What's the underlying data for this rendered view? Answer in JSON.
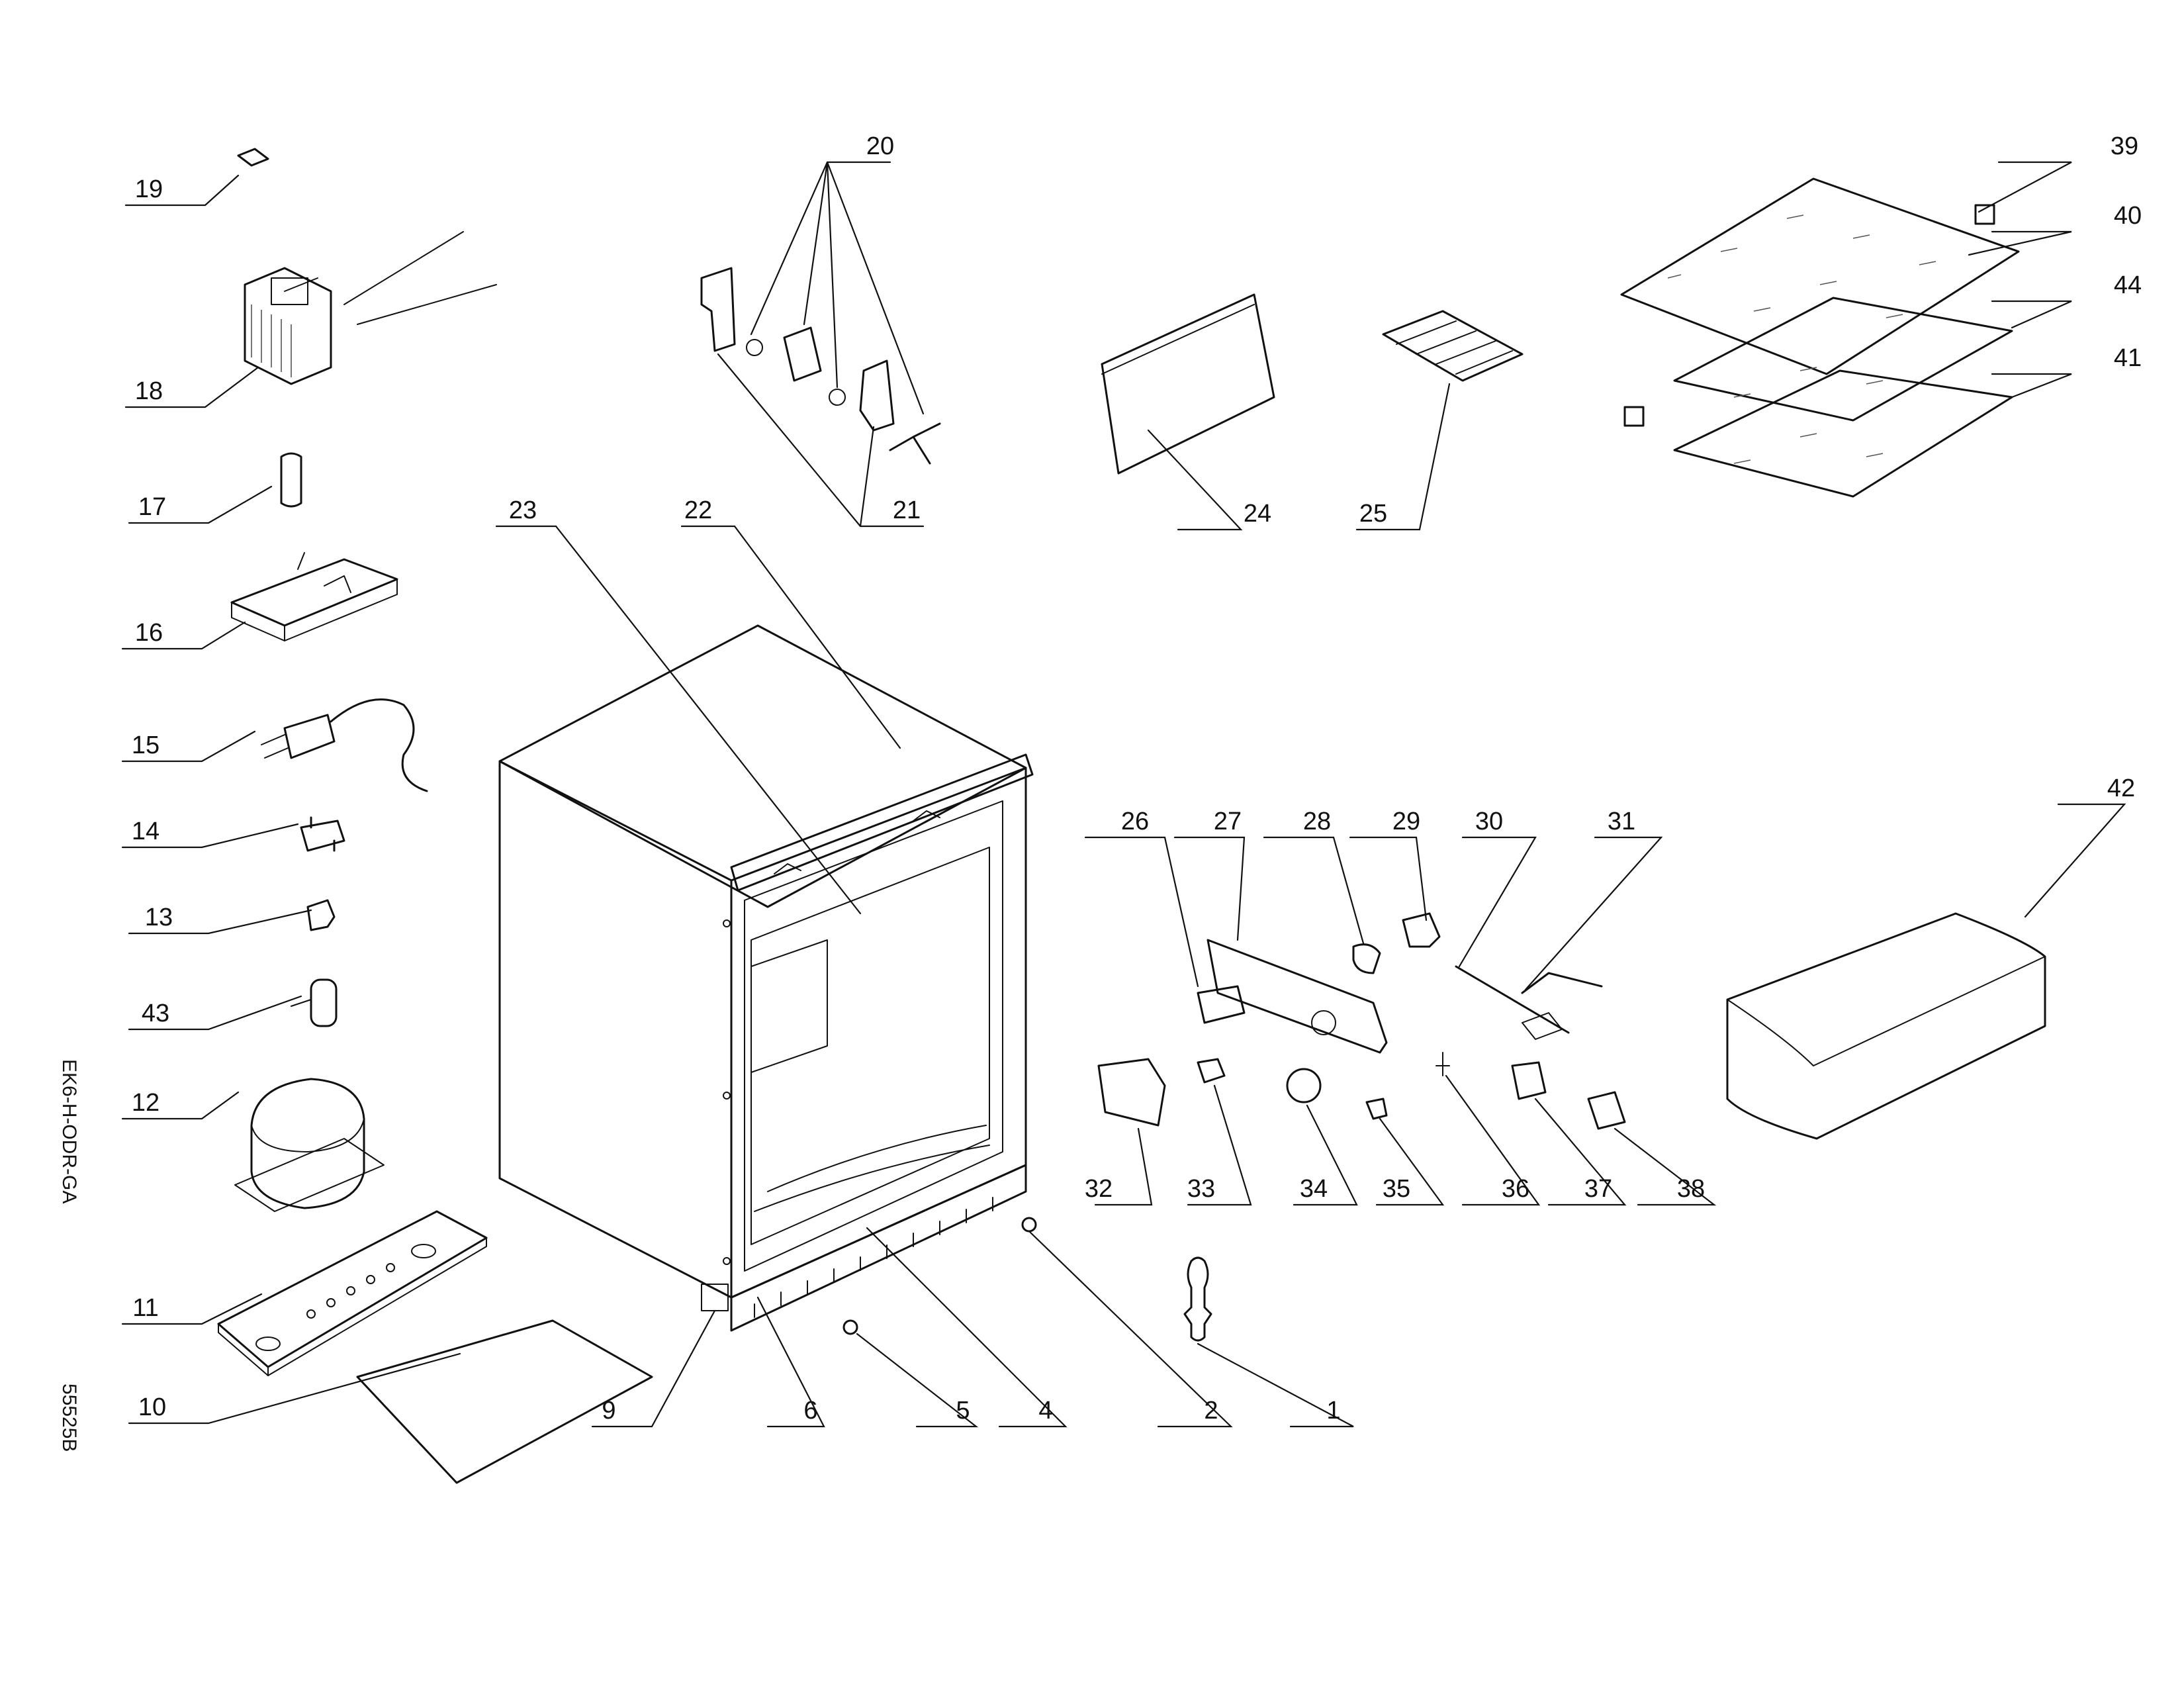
{
  "side_labels": {
    "model_code": "EK6-H-ODR-GA",
    "drawing_number": "55525B"
  },
  "parts": [
    {
      "id": "p1",
      "label": "1"
    },
    {
      "id": "p2",
      "label": "2"
    },
    {
      "id": "p4",
      "label": "4"
    },
    {
      "id": "p5",
      "label": "5"
    },
    {
      "id": "p6",
      "label": "6"
    },
    {
      "id": "p9",
      "label": "9"
    },
    {
      "id": "p10",
      "label": "10"
    },
    {
      "id": "p11",
      "label": "11"
    },
    {
      "id": "p12",
      "label": "12"
    },
    {
      "id": "p13",
      "label": "13"
    },
    {
      "id": "p14",
      "label": "14"
    },
    {
      "id": "p15",
      "label": "15"
    },
    {
      "id": "p16",
      "label": "16"
    },
    {
      "id": "p17",
      "label": "17"
    },
    {
      "id": "p18",
      "label": "18"
    },
    {
      "id": "p19",
      "label": "19"
    },
    {
      "id": "p20",
      "label": "20"
    },
    {
      "id": "p21",
      "label": "21"
    },
    {
      "id": "p22",
      "label": "22"
    },
    {
      "id": "p23",
      "label": "23"
    },
    {
      "id": "p24",
      "label": "24"
    },
    {
      "id": "p25",
      "label": "25"
    },
    {
      "id": "p26",
      "label": "26"
    },
    {
      "id": "p27",
      "label": "27"
    },
    {
      "id": "p28",
      "label": "28"
    },
    {
      "id": "p29",
      "label": "29"
    },
    {
      "id": "p30",
      "label": "30"
    },
    {
      "id": "p31",
      "label": "31"
    },
    {
      "id": "p32",
      "label": "32"
    },
    {
      "id": "p33",
      "label": "33"
    },
    {
      "id": "p34",
      "label": "34"
    },
    {
      "id": "p35",
      "label": "35"
    },
    {
      "id": "p36",
      "label": "36"
    },
    {
      "id": "p37",
      "label": "37"
    },
    {
      "id": "p38",
      "label": "38"
    },
    {
      "id": "p39",
      "label": "39"
    },
    {
      "id": "p40",
      "label": "40"
    },
    {
      "id": "p41",
      "label": "41"
    },
    {
      "id": "p42",
      "label": "42"
    },
    {
      "id": "p43",
      "label": "43"
    },
    {
      "id": "p44",
      "label": "44"
    }
  ]
}
